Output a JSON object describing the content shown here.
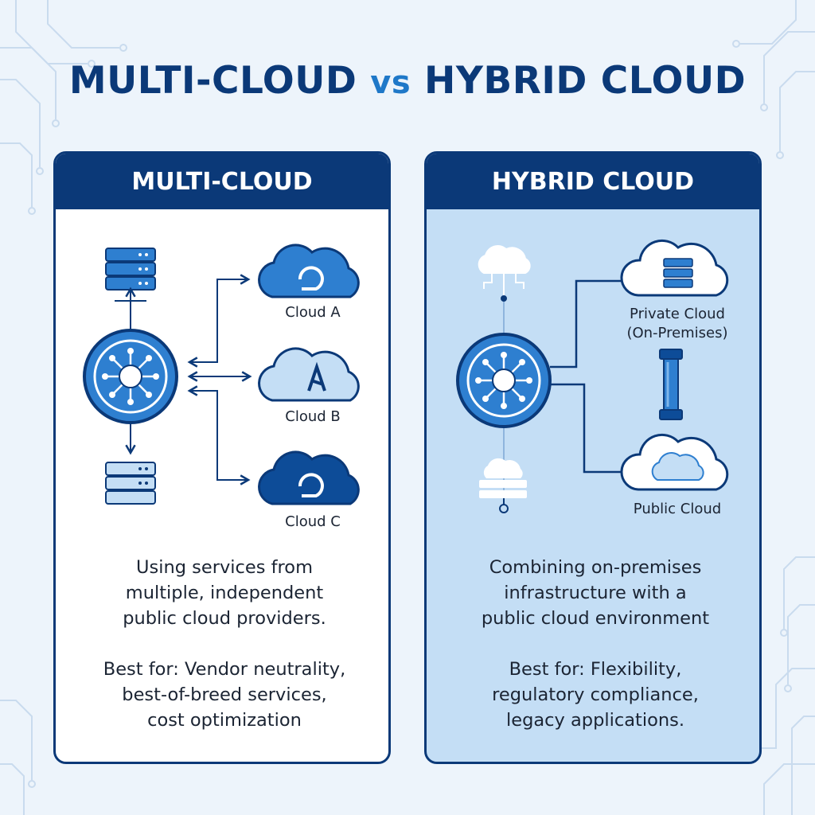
{
  "title": {
    "part1": "MULTI-CLOUD",
    "vs": "vs",
    "part2": "HYBRID CLOUD"
  },
  "multi_cloud": {
    "header": "MULTI-CLOUD",
    "clouds": [
      "Cloud A",
      "Cloud B",
      "Cloud C"
    ],
    "description": [
      "Using services from",
      "multiple, independent",
      "public cloud providers."
    ],
    "best_for": [
      "Best for: Vendor neutrality,",
      "best-of-breed services,",
      "cost optimization"
    ]
  },
  "hybrid_cloud": {
    "header": "HYBRID CLOUD",
    "private_label": [
      "Private Cloud",
      "(On-Premises)"
    ],
    "public_label": "Public Cloud",
    "description": [
      "Combining on-premises",
      "infrastructure with a",
      "public cloud environment"
    ],
    "best_for": [
      "Best for: Flexibility,",
      "regulatory compliance,",
      "legacy applications."
    ]
  },
  "colors": {
    "navy": "#0b3978",
    "accent": "#1f78c8",
    "light_blue": "#c4def5",
    "background": "#edf4fb"
  },
  "icons": [
    "server-rack-icon",
    "hub-icon",
    "cloud-icon",
    "vpn-tunnel-icon"
  ]
}
